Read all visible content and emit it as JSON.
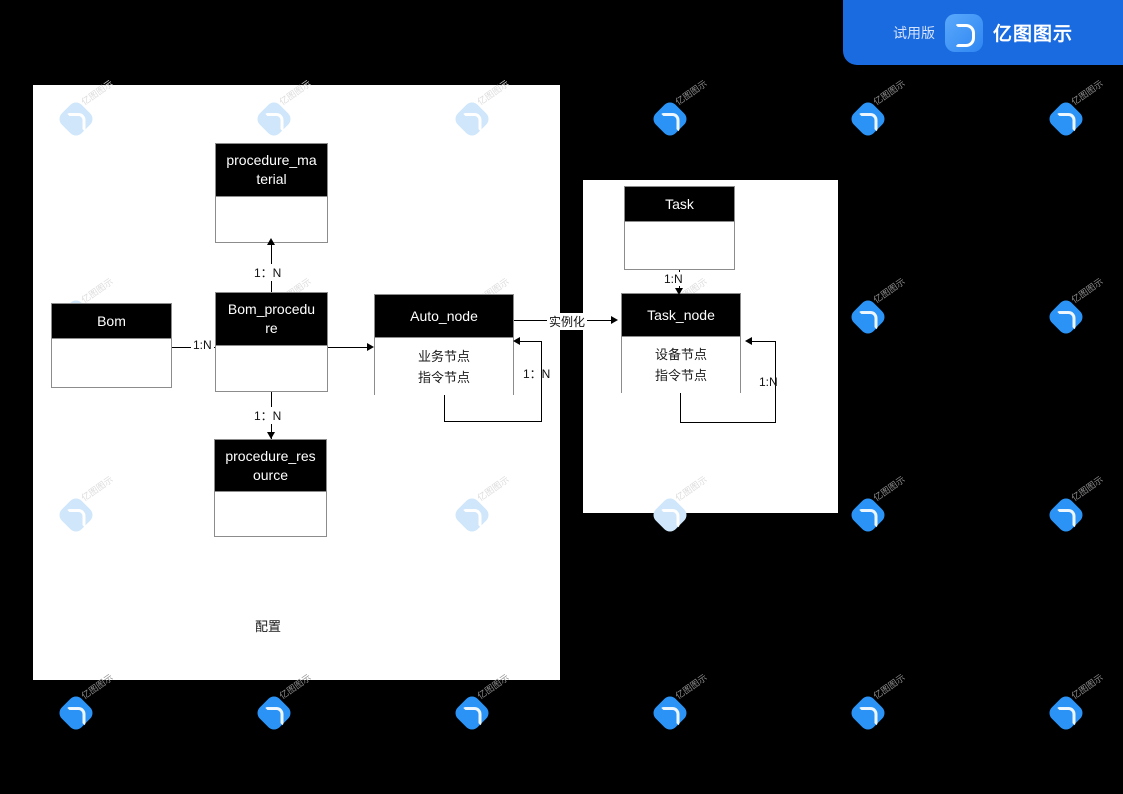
{
  "badge": {
    "trial_label": "试用版",
    "brand_label": "亿图图示",
    "logo_icon": "edraw-logo-icon",
    "accent_color": "#1a6ae0"
  },
  "watermark": {
    "text": "亿图图示",
    "icon": "edraw-watermark-icon"
  },
  "diagram": {
    "type": "er-diagram",
    "background_color": "#000000",
    "panels": [
      {
        "name": "configuration-panel",
        "label": "配置",
        "fill": "#ffffff"
      },
      {
        "name": "runtime-panel",
        "label": "",
        "fill": "#ffffff"
      }
    ],
    "entities": [
      {
        "id": "procedure_material",
        "title": "procedure_ma\nterial",
        "body": []
      },
      {
        "id": "bom",
        "title": "Bom",
        "body": []
      },
      {
        "id": "bom_procedure",
        "title": "Bom_procedu\nre",
        "body": []
      },
      {
        "id": "auto_node",
        "title": "Auto_node",
        "body": [
          "业务节点",
          "指令节点"
        ]
      },
      {
        "id": "procedure_resource",
        "title": "procedure_res\nource",
        "body": []
      },
      {
        "id": "task",
        "title": "Task",
        "body": []
      },
      {
        "id": "task_node",
        "title": "Task_node",
        "body": [
          "设备节点",
          "指令节点"
        ]
      }
    ],
    "edges": [
      {
        "from": "bom_procedure",
        "to": "procedure_material",
        "label": "1：N"
      },
      {
        "from": "bom",
        "to": "bom_procedure",
        "label": "1:N"
      },
      {
        "from": "bom_procedure",
        "to": "auto_node",
        "label": ""
      },
      {
        "from": "bom_procedure",
        "to": "procedure_resource",
        "label": "1：N"
      },
      {
        "from": "auto_node",
        "to": "auto_node",
        "label": "1：N"
      },
      {
        "from": "auto_node",
        "to": "task_node",
        "label": "实例化"
      },
      {
        "from": "task",
        "to": "task_node",
        "label": "1:N"
      },
      {
        "from": "task_node",
        "to": "task_node",
        "label": "1:N"
      }
    ],
    "labels": {
      "configure": "配置",
      "instantiate": "实例化",
      "one_to_many_wide": "1：N",
      "one_to_many_narrow": "1:N"
    },
    "titles": {
      "procedure_material_line1": "procedure_ma",
      "procedure_material_line2": "terial",
      "bom": "Bom",
      "bom_procedure_line1": "Bom_procedu",
      "bom_procedure_line2": "re",
      "auto_node": "Auto_node",
      "procedure_resource_line1": "procedure_res",
      "procedure_resource_line2": "ource",
      "task": "Task",
      "task_node": "Task_node"
    },
    "bodies": {
      "auto_node_line1": "业务节点",
      "auto_node_line2": "指令节点",
      "task_node_line1": "设备节点",
      "task_node_line2": "指令节点"
    }
  }
}
